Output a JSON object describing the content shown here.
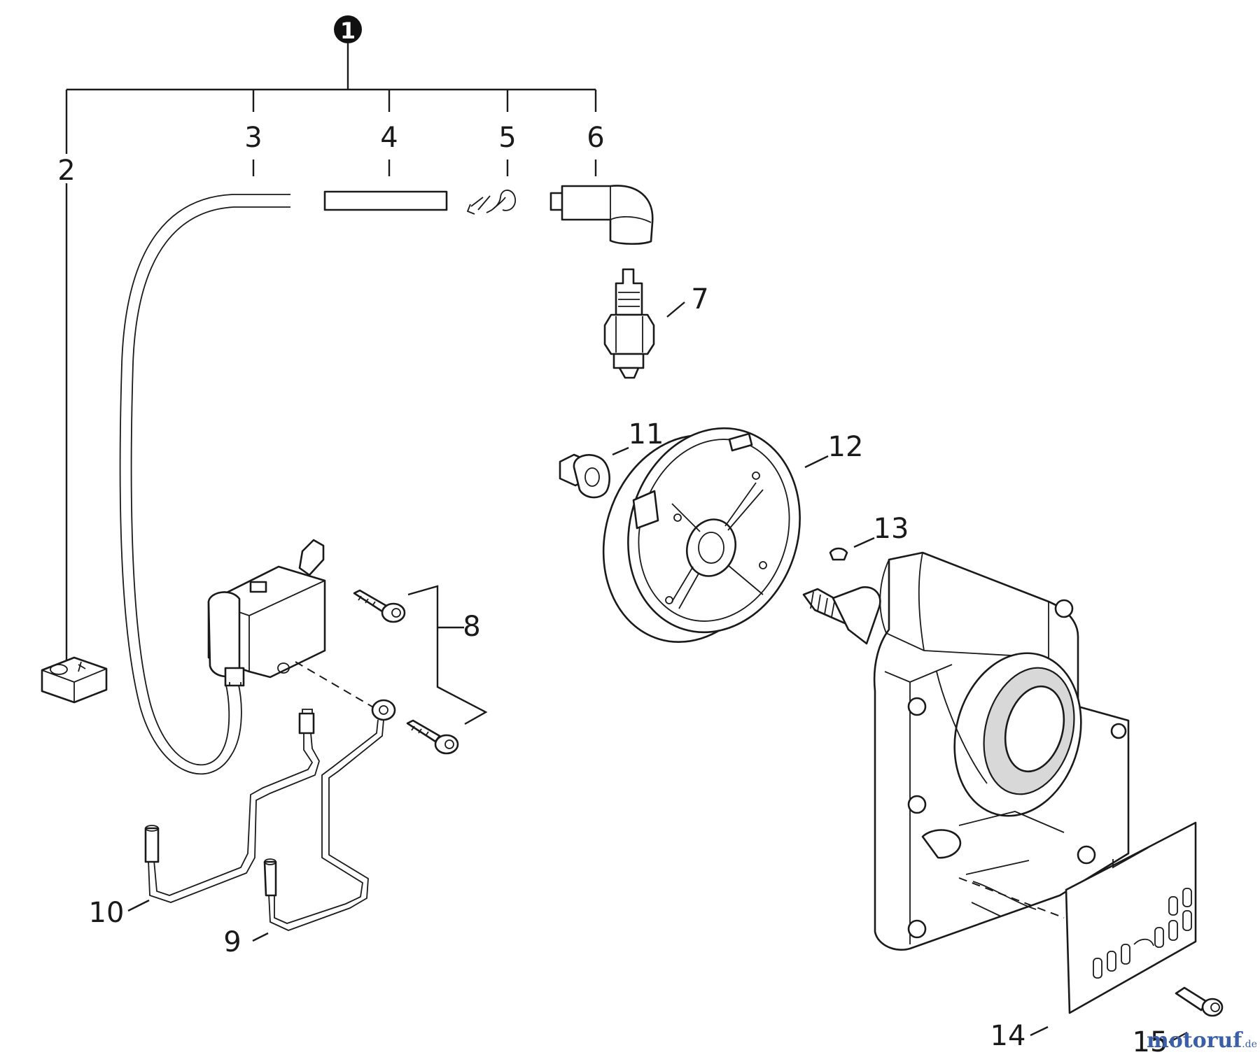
{
  "diagram": {
    "assembly_ref": "1",
    "callouts": {
      "c2": "2",
      "c3": "3",
      "c4": "4",
      "c5": "5",
      "c6": "6",
      "c7": "7",
      "c8": "8",
      "c9": "9",
      "c10": "10",
      "c11": "11",
      "c12": "12",
      "c13": "13",
      "c14": "14",
      "c15": "15"
    }
  },
  "watermark": {
    "main": "motoruf",
    "suffix": ".de",
    "color": "#3a5fa8"
  }
}
